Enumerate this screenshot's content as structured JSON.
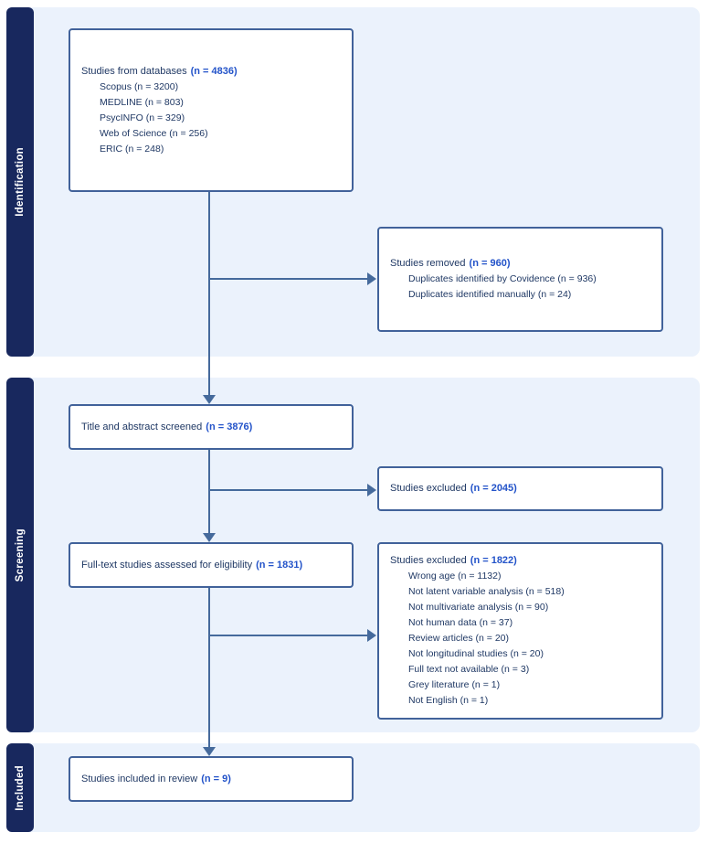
{
  "sections": [
    {
      "label": "Identification"
    },
    {
      "label": "Screening"
    },
    {
      "label": "Included"
    }
  ],
  "boxes": [
    {
      "title": "Studies from databases",
      "n": "(n = 4836)",
      "items": [
        "Scopus (n = 3200)",
        "MEDLINE (n = 803)",
        "PsycINFO (n = 329)",
        "Web of Science (n = 256)",
        "ERIC (n = 248)"
      ]
    },
    {
      "title": "Studies removed",
      "n": "(n = 960)",
      "items": [
        "Duplicates identified by Covidence (n = 936)",
        "Duplicates identified manually (n = 24)"
      ]
    },
    {
      "title": "Title and abstract screened",
      "n": "(n = 3876)"
    },
    {
      "title": "Studies excluded",
      "n": "(n = 2045)"
    },
    {
      "title": "Full-text studies assessed for eligibility",
      "n": "(n = 1831)"
    },
    {
      "title": "Studies excluded",
      "n": "(n = 1822)",
      "items": [
        "Wrong age (n = 1132)",
        "Not latent variable analysis (n = 518)",
        "Not multivariate analysis (n = 90)",
        "Not human data (n = 37)",
        "Review articles (n = 20)",
        "Not longitudinal studies (n = 20)",
        "Full text not available (n = 3)",
        "Grey literature (n = 1)",
        "Not English (n = 1)"
      ]
    },
    {
      "title": "Studies included in review",
      "n": "(n = 9)"
    }
  ],
  "colors": {
    "stage_bar": "#18285E",
    "panel_background": "#EBF2FC",
    "box_border": "#41629A",
    "arrow_line": "#456A9C",
    "body_text": "#1F3864",
    "count_accent": "#2353C9"
  }
}
